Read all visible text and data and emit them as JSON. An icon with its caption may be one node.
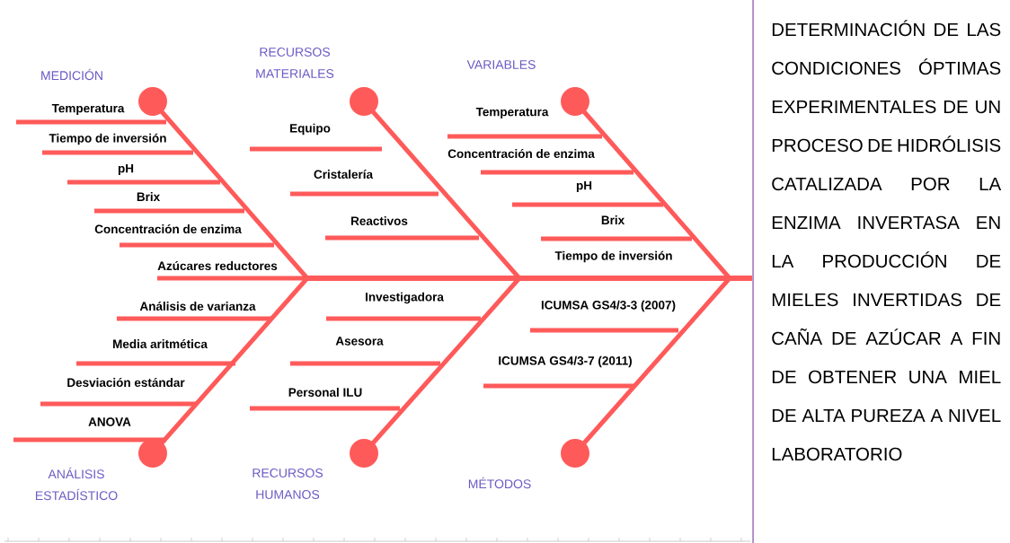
{
  "diagram": {
    "nodes": [
      {
        "text": [
          "DETERMINACIÓN DE LAS CONDICIONES ÓPTIMAS EXPERIMENTALES DE UN PROCESO DE HIDRÓLISIS CATALIZADA POR LA ENZIMA INVERTASA EN LA PRODUCCIÓN DE MIELES INVERTIDAS DE CAÑA DE AZÚCAR A FIN DE OBTENER UNA MIEL DE ALTA PUREZA A NIVEL LABORATORIO"
        ]
      }
    ],
    "labels": [
      "MEDICIÓN",
      "RECURSOS MATERIALES",
      "VARIABLES",
      "Temperatura",
      "Tiempo de inversión",
      "pH",
      "Brix",
      "Concentración de enzima",
      "Azúcares reductores",
      "Equipo",
      "Cristalería",
      "Reactivos",
      "Temperatura",
      "Concentración de enzima",
      "pH",
      "Brix",
      "Tiempo de inversión",
      "Análisis de varianza",
      "Media aritmética",
      "Desviación estándar",
      "ANOVA",
      "Investigadora",
      "Asesora",
      "Personal ILU",
      "ICUMSA GS4/3-3 (2007)",
      "ICUMSA GS4/3-7 (2011)",
      "ANÁLISIS ESTADÍSTICO",
      "RECURSOS HUMANOS",
      "MÉTODOS"
    ]
  }
}
